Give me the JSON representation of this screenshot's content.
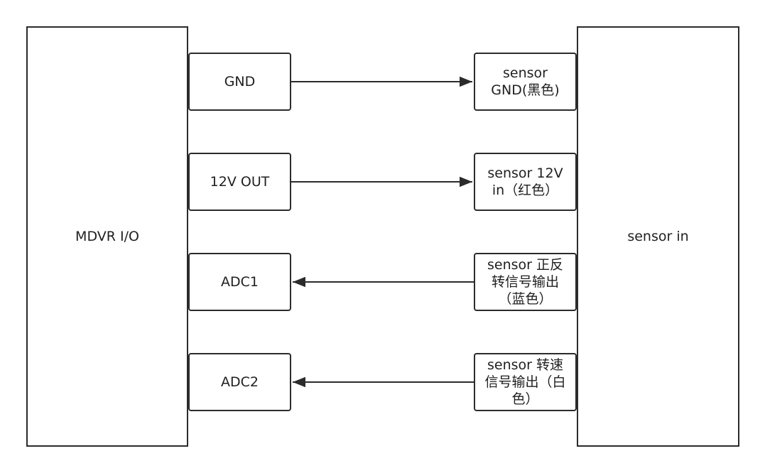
{
  "left_unit": {
    "label": "MDVR I/O"
  },
  "right_unit": {
    "label": "sensor in"
  },
  "connections": [
    {
      "left_pin": "GND",
      "right_pin": "sensor GND(黑色)",
      "direction": "left-to-right"
    },
    {
      "left_pin": "12V OUT",
      "right_pin": "sensor 12V in（红色）",
      "direction": "left-to-right"
    },
    {
      "left_pin": "ADC1",
      "right_pin": "sensor 正反转信号输出（蓝色）",
      "direction": "right-to-left"
    },
    {
      "left_pin": "ADC2",
      "right_pin": "sensor 转速信号输出（白色）",
      "direction": "right-to-left"
    }
  ],
  "colors": {
    "stroke": "#2b2b2b",
    "background": "#ffffff"
  }
}
